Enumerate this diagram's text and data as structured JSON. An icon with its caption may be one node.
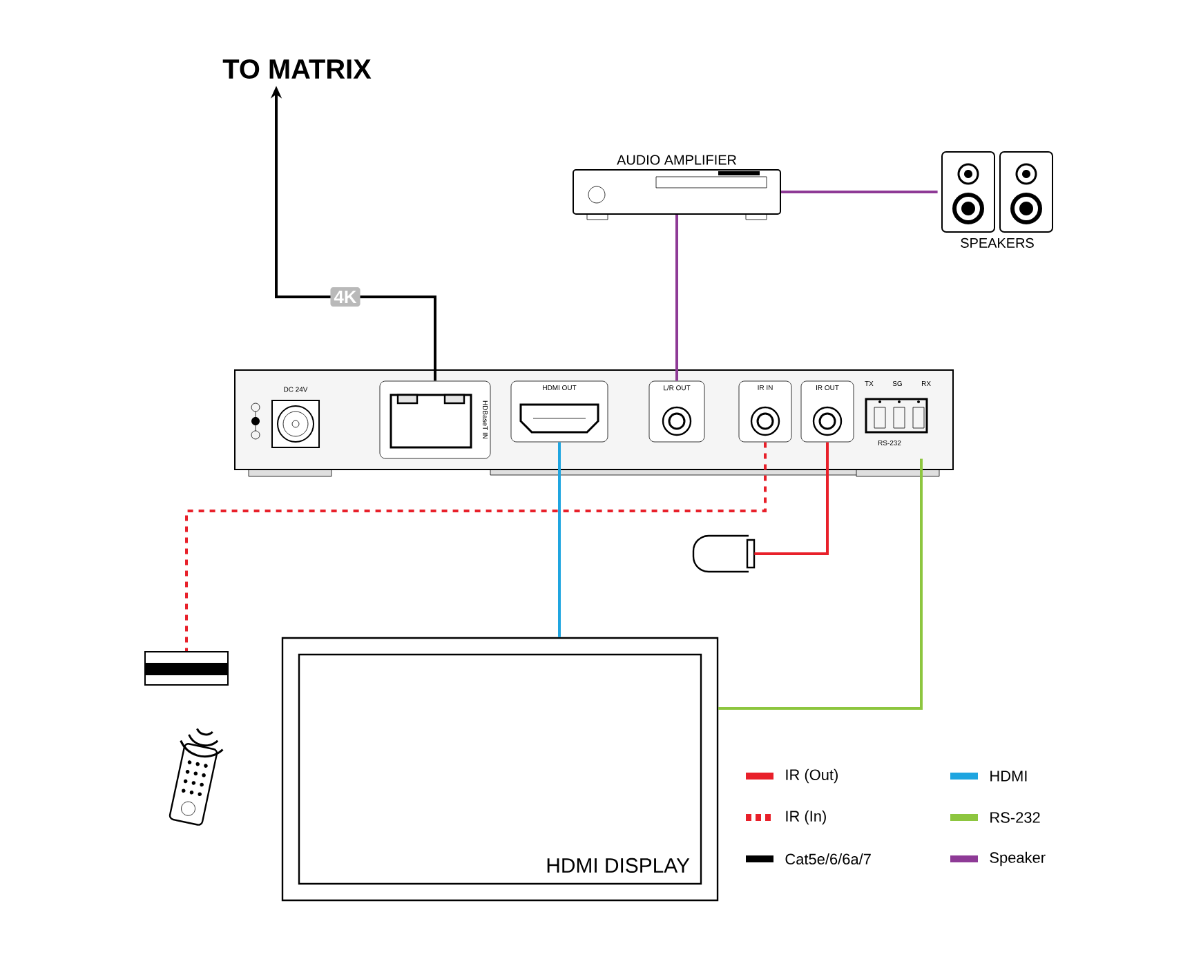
{
  "diagram": {
    "nodes": [
      {
        "text": [
          "TO MATRIX"
        ]
      },
      {
        "text": [
          "AUDIO AMPLIFIER"
        ]
      },
      {
        "text": [
          "SPEAKERS"
        ]
      },
      {
        "text": [],
        "shape": "box"
      },
      {
        "text": [
          "HDBaseT IN"
        ],
        "in": 3
      },
      {
        "text": [
          "HDMI OUT"
        ],
        "in": 3
      },
      {
        "text": [
          "L/R OUT"
        ],
        "in": 3
      },
      {
        "text": [
          "IR IN"
        ],
        "in": 3
      },
      {
        "text": [
          "IR OUT"
        ],
        "in": 3
      },
      {
        "text": [
          "TX",
          "SG",
          "RX",
          "RS-232"
        ],
        "in": 3
      },
      {
        "text": [],
        "shape": "bulb"
      },
      {
        "text": [],
        "shape": "box"
      },
      {
        "text": [
          "HDMI DISPLAY"
        ]
      }
    ],
    "edges": [
      {
        "from": 4,
        "to": 0,
        "arrow": "to",
        "label": "4K",
        "color": "#000000"
      },
      {
        "from": 6,
        "to": 1,
        "arrow": "none",
        "color": "#8e3a96"
      },
      {
        "from": 1,
        "to": 2,
        "arrow": "none",
        "color": "#8e3a96"
      },
      {
        "from": 5,
        "to": 12,
        "arrow": "none",
        "color": "#1ea5e0"
      },
      {
        "from": 7,
        "to": 11,
        "arrow": "none",
        "style": "dashed",
        "color": "#e8202a"
      },
      {
        "from": 8,
        "to": 10,
        "arrow": "none",
        "color": "#e8202a"
      },
      {
        "from": 9,
        "to": 12,
        "arrow": "none",
        "color": "#8dc63f"
      }
    ],
    "labels": [
      "DC 24V"
    ],
    "legend": [
      {
        "text": "IR (Out)",
        "color": "#e8202a"
      },
      {
        "text": "IR (In)",
        "color": "#e8202a"
      },
      {
        "text": "Cat5e/6/6a/7",
        "color": "#000000"
      },
      {
        "text": "HDMI",
        "color": "#1ea5e0"
      },
      {
        "text": "RS-232",
        "color": "#8dc63f"
      },
      {
        "text": "Speaker",
        "color": "#8e3a96"
      }
    ]
  }
}
